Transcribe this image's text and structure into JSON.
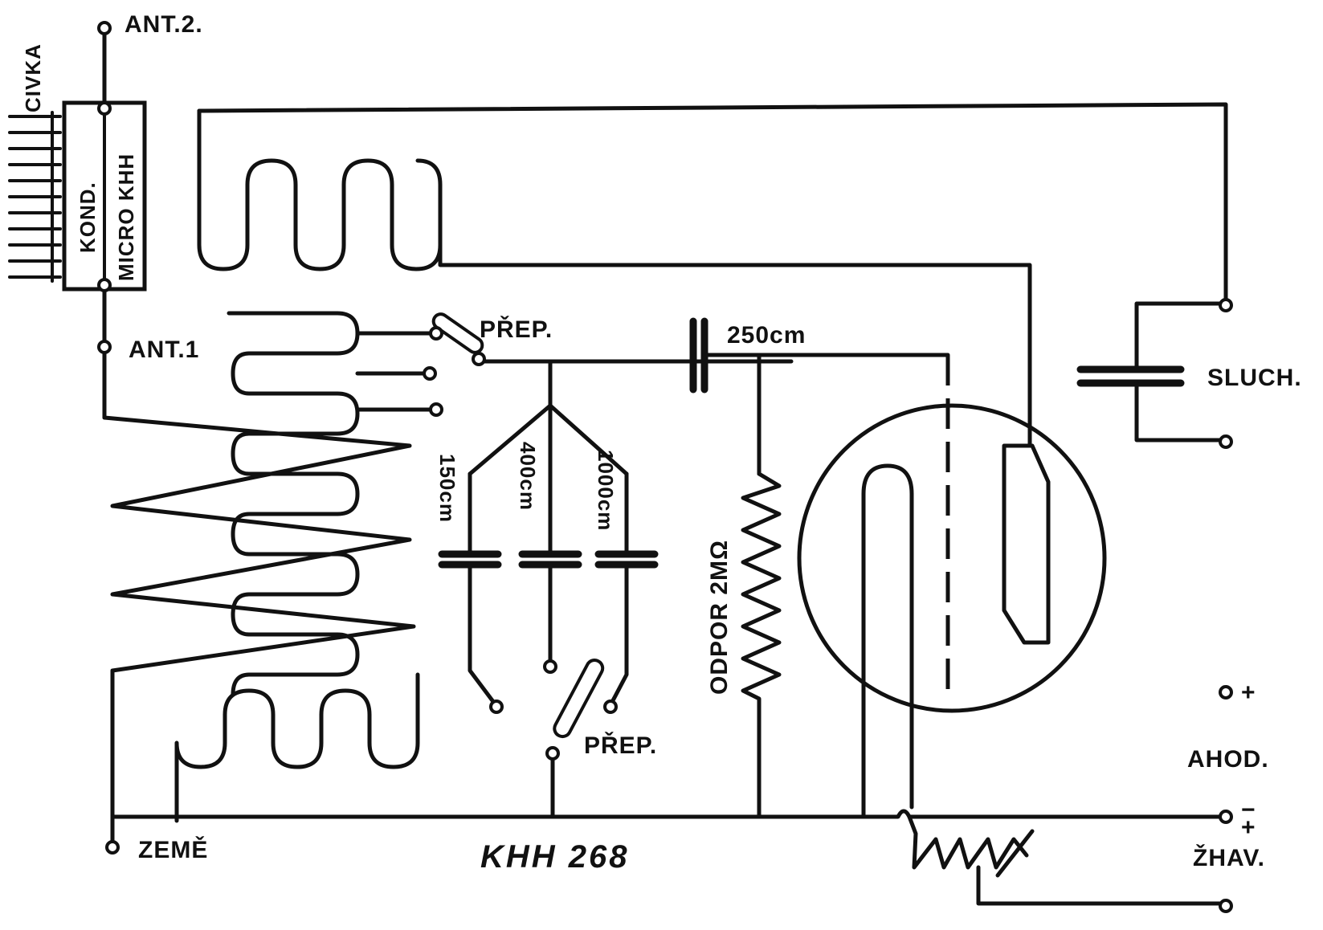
{
  "labels": {
    "ant2": "ANT.2.",
    "ant1": "ANT.1",
    "civka": "CIVKA",
    "kond": "KOND.",
    "micro_khh": "MICRO KHH",
    "prep_top": "PŘEP.",
    "prep_bottom": "PŘEP.",
    "cap_250": "250cm",
    "cap_150": "150cm",
    "cap_400": "400cm",
    "cap_1000": "1000cm",
    "odpor": "ODPOR 2MΩ",
    "sluch": "SLUCH.",
    "plus": "+",
    "plus_minus": "−\n+",
    "ahod": "AHOD.",
    "zhav": "ŽHAV.",
    "zeme": "ZEMĚ",
    "model": "KHH 268"
  }
}
